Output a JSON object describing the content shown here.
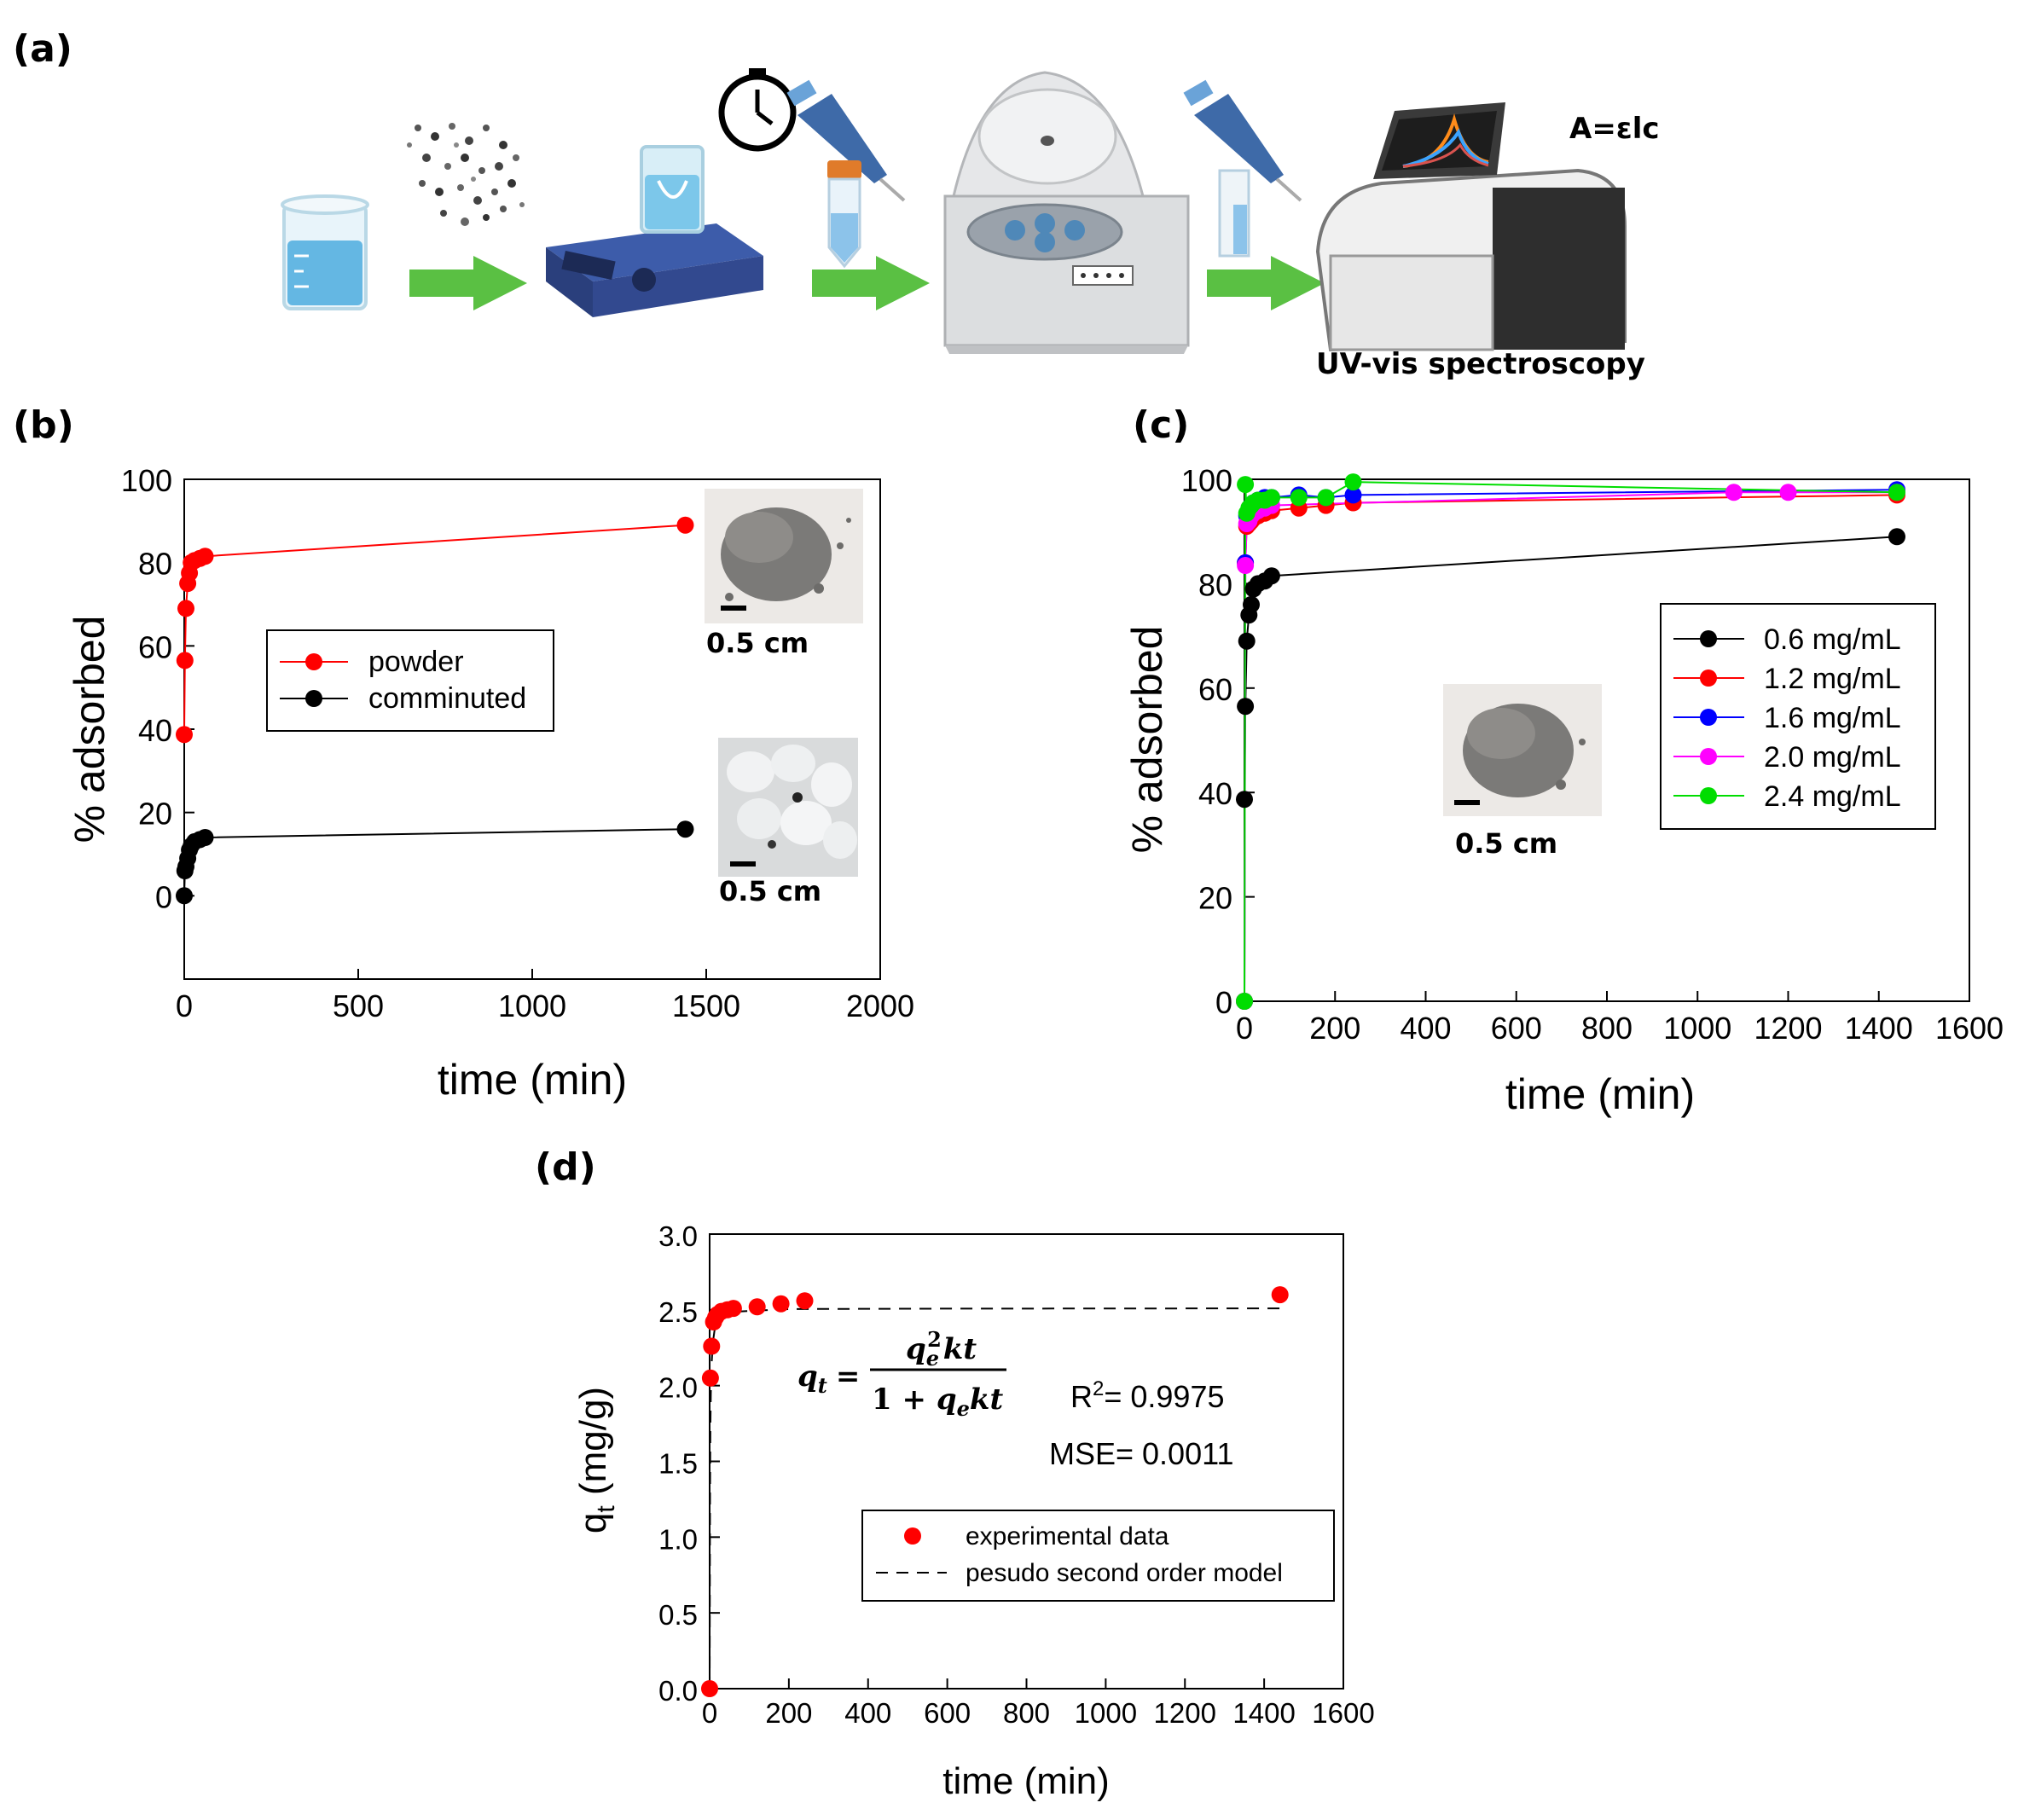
{
  "panels": {
    "a": "(a)",
    "b": "(b)",
    "c": "(c)",
    "d": "(d)"
  },
  "workflow": {
    "equation_label": "A=εlc",
    "instrument_label": "UV-vis spectroscopy",
    "arrow_color": "#5ac043",
    "icons": [
      "beaker-icon",
      "nanoparticles-icon",
      "stir-plate-icon",
      "timer-icon",
      "pipette-icon",
      "falcon-tube-icon",
      "centrifuge-icon",
      "cuvette-icon",
      "spectrophotometer-icon"
    ]
  },
  "chart_data": [
    {
      "id": "b",
      "type": "line",
      "xlabel": "time (min)",
      "ylabel": "% adsorbed",
      "xlim": [
        0,
        2000
      ],
      "ylim": [
        -20,
        100
      ],
      "xticks": [
        0,
        500,
        1000,
        1500,
        2000
      ],
      "yticks": [
        0,
        20,
        40,
        60,
        80,
        100
      ],
      "grid": false,
      "legend": "upper-middle",
      "series": [
        {
          "name": "powder",
          "color": "#ff0000",
          "x": [
            0,
            2,
            5,
            10,
            15,
            20,
            30,
            45,
            60,
            1440
          ],
          "y": [
            38.7,
            56.5,
            69,
            75,
            77.5,
            80,
            80.5,
            81,
            81.5,
            89
          ]
        },
        {
          "name": "comminuted",
          "color": "#000000",
          "x": [
            0,
            2,
            5,
            10,
            15,
            20,
            30,
            45,
            60,
            1440
          ],
          "y": [
            0,
            6,
            7,
            9,
            11,
            12,
            13,
            13.5,
            14,
            16
          ]
        }
      ],
      "insets": [
        {
          "caption": "0.5 cm",
          "description": "powder"
        },
        {
          "caption": "0.5 cm",
          "description": "comminuted"
        }
      ]
    },
    {
      "id": "c",
      "type": "line",
      "xlabel": "time (min)",
      "ylabel": "% adsorbed",
      "xlim": [
        0,
        1600
      ],
      "ylim": [
        0,
        100
      ],
      "xticks": [
        0,
        200,
        400,
        600,
        800,
        1000,
        1200,
        1400,
        1600
      ],
      "yticks": [
        0,
        20,
        40,
        60,
        80,
        100
      ],
      "grid": false,
      "legend": "right",
      "series": [
        {
          "name": "0.6 mg/mL",
          "color": "#000000",
          "x": [
            0,
            2,
            5,
            10,
            15,
            20,
            30,
            45,
            60,
            1440
          ],
          "y": [
            38.7,
            56.5,
            69,
            74,
            76,
            79,
            80,
            80.5,
            81.5,
            89
          ]
        },
        {
          "name": "1.2 mg/mL",
          "color": "#ff0000",
          "x": [
            0,
            2,
            5,
            10,
            15,
            20,
            30,
            45,
            60,
            120,
            180,
            240,
            1440
          ],
          "y": [
            0,
            84,
            91,
            91.5,
            92,
            92.5,
            93,
            93.5,
            94,
            94.5,
            95,
            95.5,
            97
          ]
        },
        {
          "name": "1.6 mg/mL",
          "color": "#0000ff",
          "x": [
            0,
            2,
            5,
            10,
            15,
            20,
            30,
            45,
            60,
            120,
            180,
            240,
            1440
          ],
          "y": [
            0,
            84,
            93,
            94,
            95,
            95.5,
            96,
            96.5,
            96.5,
            97,
            96.5,
            97,
            98
          ]
        },
        {
          "name": "2.0 mg/mL",
          "color": "#ff00ff",
          "x": [
            0,
            2,
            5,
            10,
            15,
            20,
            30,
            45,
            60,
            1080,
            1200,
            1440
          ],
          "y": [
            0,
            83.5,
            91.5,
            92,
            93,
            93.5,
            94,
            94.5,
            95,
            97.5,
            97.5,
            97.5
          ]
        },
        {
          "name": "2.4 mg/mL",
          "color": "#00dd00",
          "x": [
            0,
            2,
            5,
            10,
            15,
            20,
            30,
            45,
            60,
            120,
            180,
            240,
            1440
          ],
          "y": [
            0,
            99,
            93.5,
            94.5,
            95,
            95.5,
            96,
            96,
            96.5,
            96.5,
            96.5,
            99.5,
            97.5
          ]
        }
      ],
      "insets": [
        {
          "caption": "0.5 cm",
          "description": "powder"
        }
      ]
    },
    {
      "id": "d",
      "type": "scatter",
      "xlabel": "time (min)",
      "ylabel": "q",
      "ylabel_sub": "t",
      "ylabel_unit": " (mg/g)",
      "xlim": [
        0,
        1600
      ],
      "ylim": [
        0,
        3.0
      ],
      "xticks": [
        0,
        200,
        400,
        600,
        800,
        1000,
        1200,
        1400,
        1600
      ],
      "yticks": [
        "0.0",
        "0.5",
        "1.0",
        "1.5",
        "2.0",
        "2.5",
        "3.0"
      ],
      "grid": false,
      "legend": "lower-right",
      "series": [
        {
          "name": "experimental data",
          "color": "#ff0000",
          "style": "markers",
          "x": [
            0,
            2,
            5,
            10,
            15,
            20,
            30,
            45,
            60,
            120,
            180,
            240,
            1440
          ],
          "y": [
            0,
            2.05,
            2.26,
            2.42,
            2.45,
            2.47,
            2.49,
            2.5,
            2.51,
            2.52,
            2.54,
            2.56,
            2.6
          ]
        },
        {
          "name": "pesudo second order model",
          "color": "#000000",
          "style": "dashed",
          "x": [
            0,
            1,
            2,
            3,
            5,
            8,
            12,
            20,
            40,
            80,
            200,
            600,
            1440
          ],
          "y": [
            0,
            1.28,
            1.72,
            1.95,
            2.14,
            2.28,
            2.36,
            2.43,
            2.47,
            2.49,
            2.505,
            2.508,
            2.51
          ]
        }
      ],
      "r2_label": "R",
      "r2_sup": "2",
      "r2_value": "= 0.9975",
      "mse_label": "MSE= 0.0011",
      "equation": {
        "lhs": "q",
        "lhs_sub": "t",
        "eq": "=",
        "num_q": "q",
        "num_sub": "e",
        "num_sup": "2",
        "num_rest": "kt",
        "den_one": "1 + ",
        "den_q": "q",
        "den_sub": "e",
        "den_rest": "kt"
      }
    }
  ]
}
